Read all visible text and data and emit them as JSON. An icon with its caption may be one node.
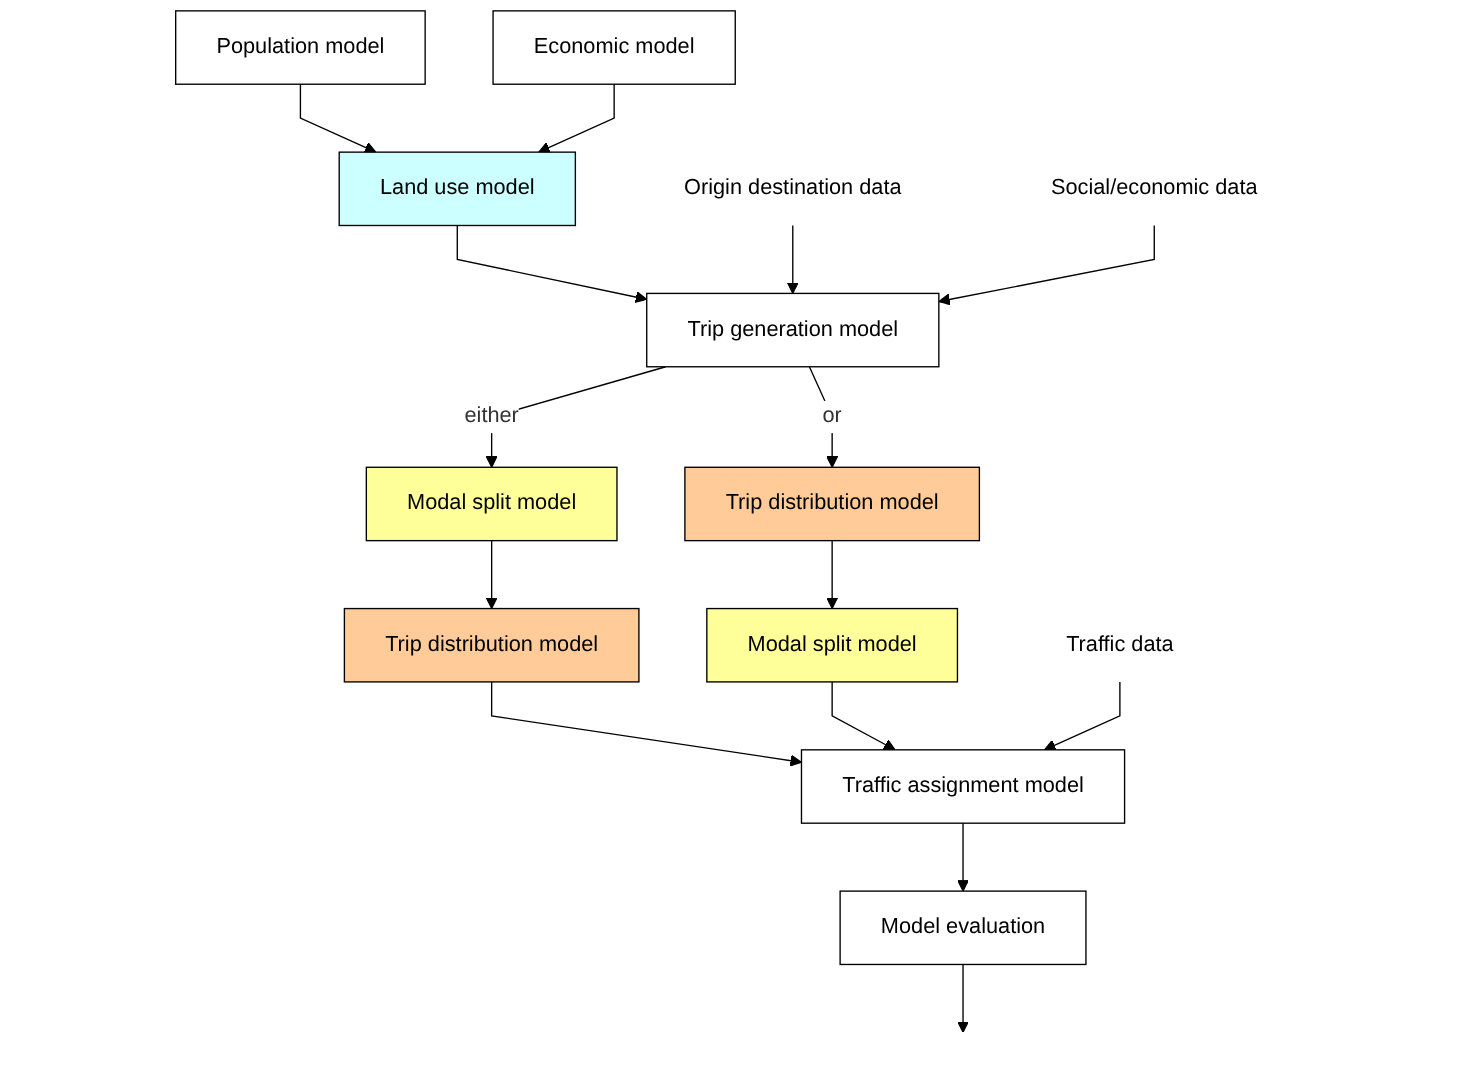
{
  "diagram": {
    "nodes": [
      {
        "text": [
          "Population model"
        ]
      },
      {
        "text": [
          "Economic model"
        ]
      },
      {
        "text": [
          "Land use model"
        ]
      },
      {
        "text": [
          "Origin destination data"
        ]
      },
      {
        "text": [
          "Trip generation model"
        ]
      },
      {
        "text": [
          "Social/economic data"
        ]
      },
      {
        "text": [
          "Modal split model"
        ]
      },
      {
        "text": [
          "Trip distribution model"
        ]
      },
      {
        "text": [
          "Trip distribution model"
        ]
      },
      {
        "text": [
          "Modal split model"
        ]
      },
      {
        "text": [
          "Traffic assignment model"
        ]
      },
      {
        "text": [
          "Traffic data"
        ]
      },
      {
        "text": [
          "Model evaluation"
        ]
      }
    ],
    "edges": [
      {
        "from": 0,
        "to": 2,
        "arrow": "to"
      },
      {
        "from": 1,
        "to": 2,
        "arrow": "to"
      },
      {
        "from": 2,
        "to": 4,
        "arrow": "to"
      },
      {
        "from": 3,
        "to": 4,
        "arrow": "to"
      },
      {
        "from": 5,
        "to": 4,
        "arrow": "to"
      },
      {
        "from": 4,
        "to": 6,
        "arrow": "to",
        "label": "either"
      },
      {
        "from": 4,
        "to": 7,
        "arrow": "to",
        "label": "or"
      },
      {
        "from": 6,
        "to": 8,
        "arrow": "to"
      },
      {
        "from": 7,
        "to": 9,
        "arrow": "to"
      },
      {
        "from": 8,
        "to": 10,
        "arrow": "to"
      },
      {
        "from": 9,
        "to": 10,
        "arrow": "to"
      },
      {
        "from": 11,
        "to": 10,
        "arrow": "to"
      },
      {
        "from": 10,
        "to": 12,
        "arrow": "to"
      },
      {
        "from": 12,
        "to": null,
        "arrow": "to"
      }
    ]
  }
}
